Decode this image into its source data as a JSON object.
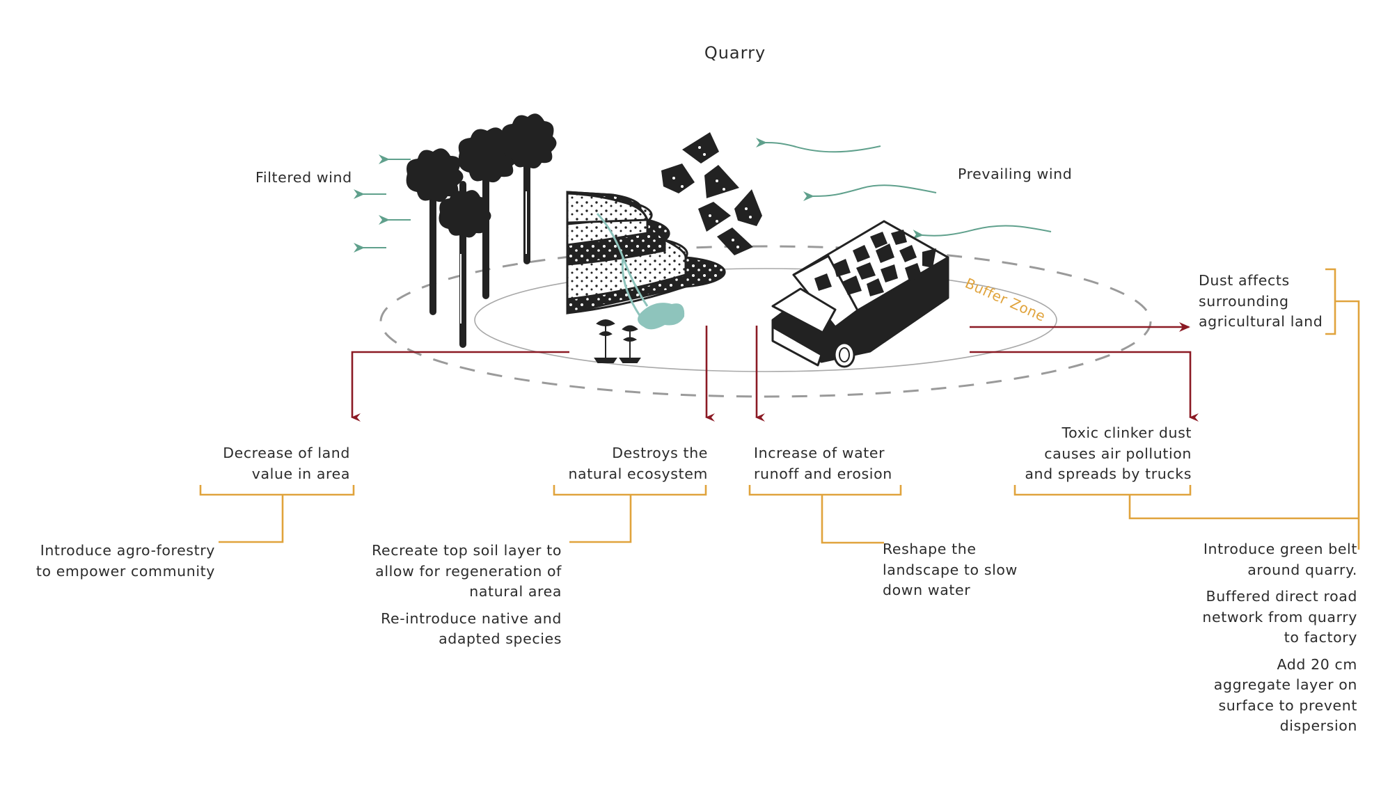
{
  "title": "Quarry",
  "colors": {
    "impact_arrow": "#8b1a24",
    "solution_bracket": "#e0a33c",
    "wind": "#5fa08c",
    "water": "#8ec4bc",
    "buffer_line": "#9a9a9a",
    "ink": "#222222",
    "buffer_label": "#e0a33c"
  },
  "labels": {
    "filtered_wind": "Filtered wind",
    "prevailing_wind": "Prevailing wind",
    "buffer_zone": "Buffer Zone"
  },
  "impacts": [
    {
      "id": "land-value",
      "lines": [
        "Decrease of land",
        "value in area"
      ]
    },
    {
      "id": "ecosystem",
      "lines": [
        "Destroys the",
        "natural ecosystem"
      ]
    },
    {
      "id": "water-runoff",
      "lines": [
        "Increase of water",
        "runoff and erosion"
      ]
    },
    {
      "id": "clinker-dust",
      "lines": [
        "Toxic clinker dust",
        "causes air pollution",
        "and spreads by trucks"
      ]
    },
    {
      "id": "agri-dust",
      "lines": [
        "Dust affects",
        "surrounding",
        "agricultural land"
      ]
    }
  ],
  "solutions": [
    {
      "id": "agro-forestry",
      "paragraphs": [
        [
          "Introduce agro-forestry",
          "to empower community"
        ]
      ]
    },
    {
      "id": "top-soil",
      "paragraphs": [
        [
          "Recreate top soil layer to",
          "allow for regeneration of",
          "natural area"
        ],
        [
          "Re-introduce native and",
          "adapted species"
        ]
      ]
    },
    {
      "id": "reshape",
      "paragraphs": [
        [
          "Reshape the",
          "landscape to slow",
          "down water"
        ]
      ]
    },
    {
      "id": "green-belt",
      "paragraphs": [
        [
          "Introduce green belt",
          "around quarry."
        ],
        [
          "Buffered direct road",
          "network from quarry",
          "to factory"
        ],
        [
          "Add 20 cm",
          "aggregate layer on",
          "surface to prevent",
          "dispersion"
        ]
      ]
    }
  ],
  "icons": [
    "tree-icon",
    "layered-soil-mound-icon",
    "rock-fragment-icon",
    "truck-icon",
    "seedling-icon",
    "water-puddle-icon",
    "wind-arrow-icon"
  ]
}
